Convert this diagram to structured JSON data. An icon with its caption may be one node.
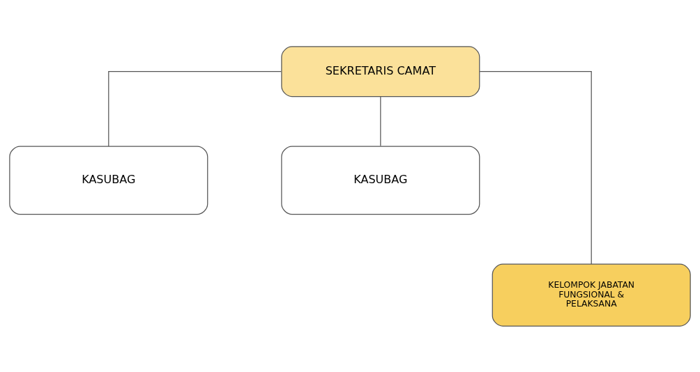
{
  "diagram": {
    "nodes": [
      {
        "text": [
          "SEKRETARIS CAMAT"
        ]
      },
      {
        "text": [
          "KASUBAG"
        ]
      },
      {
        "text": [
          "KASUBAG"
        ]
      },
      {
        "text": [
          "KELOMPOK JABATAN FUNGSIONAL & PELAKSANA"
        ]
      }
    ],
    "edges": [
      {
        "from": 0,
        "to": 1,
        "arrow": "none"
      },
      {
        "from": 0,
        "to": 3,
        "arrow": "none"
      },
      {
        "from": 0,
        "to": 2,
        "arrow": "none"
      }
    ]
  }
}
